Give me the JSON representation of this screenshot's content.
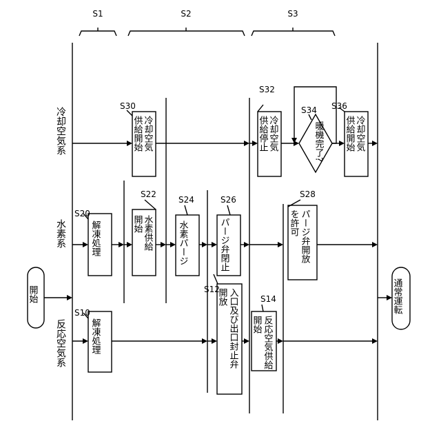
{
  "phases": {
    "s1": "S1",
    "s2": "S2",
    "s3": "S3"
  },
  "lanes": {
    "cooling": "冷却空気系",
    "hydrogen": "水素系",
    "reaction": "反応空気系"
  },
  "start": "開始",
  "end": "通常運転",
  "steps": {
    "s30": {
      "id": "S30",
      "line1": "冷却空気",
      "line2": "供給開始"
    },
    "s32": {
      "id": "S32",
      "line1": "冷却空気",
      "line2": "供給停止"
    },
    "s34": {
      "id": "S34",
      "text": "暖機完了?"
    },
    "s36": {
      "id": "S36",
      "line1": "冷却空気",
      "line2": "供給開始"
    },
    "s20": {
      "id": "S20",
      "text": "解凍処理"
    },
    "s22": {
      "id": "S22",
      "line1": "水素供給",
      "line2": "開始"
    },
    "s24": {
      "id": "S24",
      "text": "水素パージ"
    },
    "s26": {
      "id": "S26",
      "text": "パージ弁閉止"
    },
    "s28": {
      "id": "S28",
      "line1": "パージ弁開放",
      "line2": "を許可"
    },
    "s10": {
      "id": "S10",
      "text": "解凍処理"
    },
    "s12": {
      "id": "S12",
      "line1": "入口及び出口封止弁",
      "line2": "開放"
    },
    "s14": {
      "id": "S14",
      "line1": "反応空気供給",
      "line2": "開始"
    }
  }
}
